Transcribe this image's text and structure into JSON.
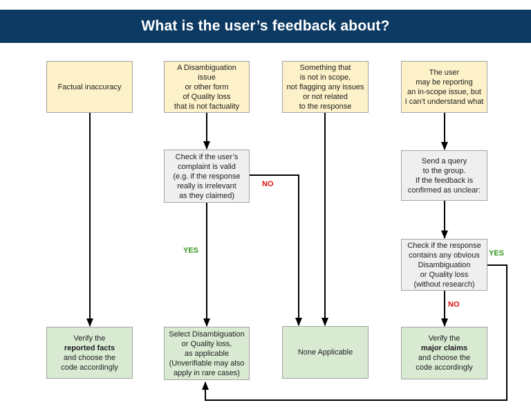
{
  "header": {
    "title": "What is the user’s feedback about?"
  },
  "colors": {
    "header-bg": "#0d3a63",
    "header-text": "#ffffff",
    "node-yellow": "#fcf1c8",
    "node-gray": "#efefef",
    "node-green": "#d9ead3",
    "node-border": "#a2a2a2",
    "arrow": "#000000",
    "yes-label": "#38961d",
    "no-label": "#dd0e0e"
  },
  "nodes": {
    "factual_inaccuracy": "Factual inaccuracy",
    "disambiguation_issue": "A Disambiguation issue\nor other form\nof Quality loss\nthat is not factuality",
    "not_in_scope": "Something that\nis not in scope,\nnot flagging any issues\nor not related\nto the response",
    "cant_understand": "The user\nmay be reporting\nan in-scope issue, but\nI can’t understand what",
    "check_complaint": "Check if the user’s\ncomplaint is valid\n(e.g. if the response\nreally is irrelevant\nas they claimed)",
    "send_query": "Send a query\nto the group.\nIf the feedback is\nconfirmed as unclear:",
    "check_obvious": "Check if the response\ncontains any obvious\nDisambiguation\nor Quality loss\n(without research)",
    "verify_facts": {
      "pre": "Verify the",
      "bold": "reported facts",
      "post": "and choose the\ncode accordingly"
    },
    "select_disambiguation": "Select Disambiguation\nor Quality loss,\nas applicable\n(Unverifiable may also\napply in rare cases)",
    "none_applicable": "None Applicable",
    "verify_claims": {
      "pre": "Verify the",
      "bold": "major claims",
      "post": "and choose the\ncode accordingly"
    }
  },
  "edge_labels": {
    "complaint_yes": "YES",
    "complaint_no": "NO",
    "obvious_yes": "YES",
    "obvious_no": "NO"
  }
}
